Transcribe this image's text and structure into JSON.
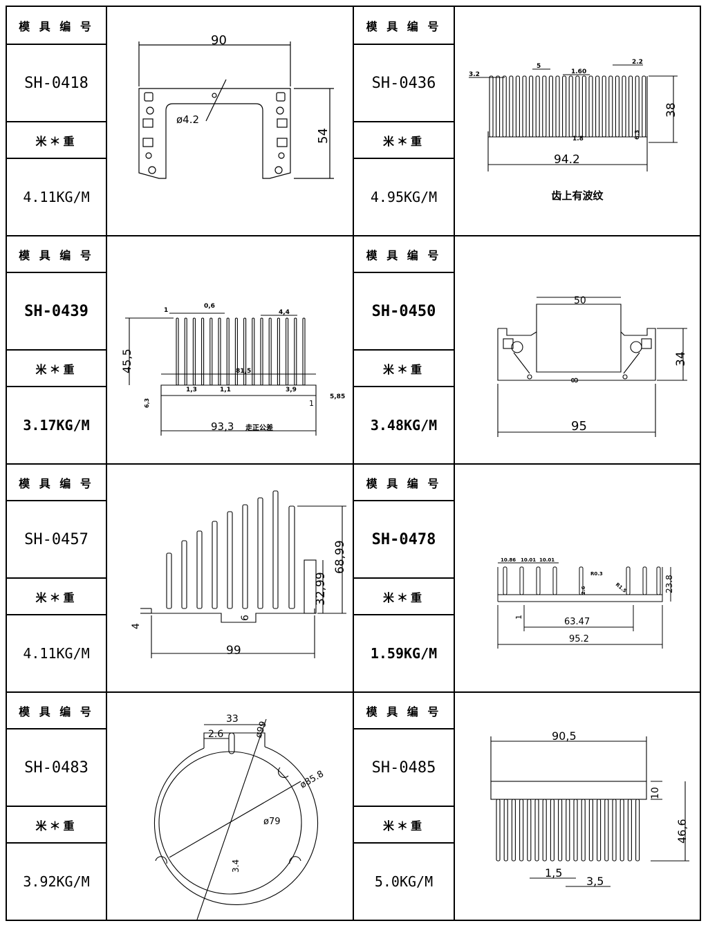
{
  "label_code": "模 具 编 号",
  "label_weight": "米＊重",
  "rows": [
    {
      "left": {
        "code": "SH-0418",
        "weight": "4.11KG/M",
        "dims": {
          "width": "90",
          "height": "54",
          "hole": "ø4.2"
        }
      },
      "right": {
        "code": "SH-0436",
        "weight": "4.95KG/M",
        "dims": {
          "width": "94.2",
          "height": "38",
          "a": "3.2",
          "b": "5",
          "c": "1.60",
          "d": "2.2",
          "e": "1.8",
          "f": "6.3"
        },
        "note": "齿上有波纹"
      }
    },
    {
      "left": {
        "code": "SH-0439",
        "weight": "3.17KG/M",
        "dims": {
          "width": "93,3",
          "tol": "走正公差",
          "height": "45,5",
          "a": "1",
          "b": "0,6",
          "c": "4,4",
          "d": "81,5",
          "e": "1,3",
          "f": "1,1",
          "g": "3,9",
          "h": "5,85",
          "i": "6,3",
          "j": "1"
        }
      },
      "right": {
        "code": "SH-0450",
        "weight": "3.48KG/M",
        "dims": {
          "width": "95",
          "top": "50",
          "height": "34",
          "mid": "8"
        }
      }
    },
    {
      "left": {
        "code": "SH-0457",
        "weight": "4.11KG/M",
        "dims": {
          "width": "99",
          "h1": "68,99",
          "h2": "32,99",
          "base": "4",
          "gap": "6"
        }
      },
      "right": {
        "code": "SH-0478",
        "weight": "1.59KG/M",
        "dims": {
          "width": "95.2",
          "inner": "63.47",
          "height": "23.8",
          "a": "10.86",
          "b": "10.01",
          "c": "10.01",
          "r1": "R0.3",
          "r2": "R1.5",
          "d": "2.6",
          "e": "1"
        }
      }
    },
    {
      "left": {
        "code": "SH-0483",
        "weight": "3.92KG/M",
        "dims": {
          "a": "33",
          "b": "2.6",
          "d1": "ø99",
          "d2": "ø85.8",
          "d3": "ø79",
          "t": "3.4"
        }
      },
      "right": {
        "code": "SH-0485",
        "weight": "5.0KG/M",
        "dims": {
          "width": "90,5",
          "base": "10",
          "height": "46,6",
          "a": "1,5",
          "b": "3,5"
        }
      }
    }
  ]
}
